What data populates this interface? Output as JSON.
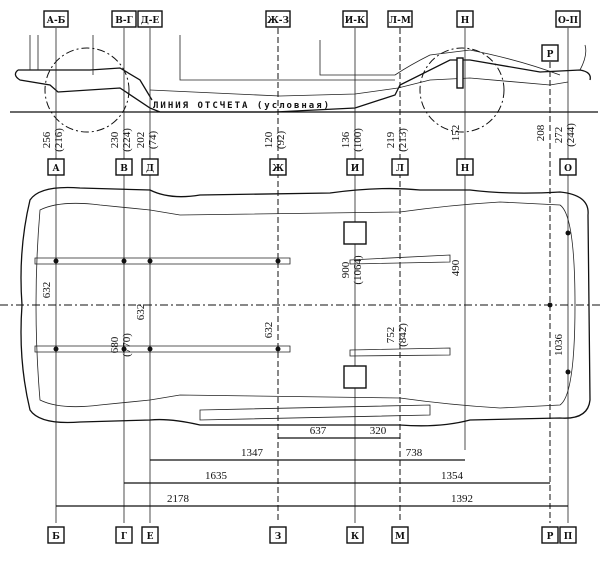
{
  "top_labels": [
    "А-Б",
    "В-Г",
    "Д-Е",
    "Ж-З",
    "И-К",
    "Л-М",
    "Н",
    "О-П",
    "Р"
  ],
  "reference_line": "ЛИНИЯ ОТСЧЕТА (условная)",
  "heights": [
    {
      "value": "256",
      "alt": "(216)"
    },
    {
      "value": "230",
      "alt": "(224)"
    },
    {
      "value": "202",
      "alt": "(74)"
    },
    {
      "value": "120",
      "alt": "(92)"
    },
    {
      "value": "136",
      "alt": "(100)"
    },
    {
      "value": "219",
      "alt": "(213)"
    },
    {
      "value": "152",
      "alt": ""
    },
    {
      "value": "208",
      "alt": ""
    },
    {
      "value": "272",
      "alt": "(244)"
    }
  ],
  "mid_labels": [
    "А",
    "В",
    "Д",
    "Ж",
    "И",
    "Л",
    "Н",
    "О"
  ],
  "widths": {
    "a": "632",
    "b": "680",
    "b_alt": "(770)",
    "d": "632",
    "zh": "632",
    "i": "900",
    "i_alt": "(1064)",
    "l": "752",
    "l_alt": "(842)",
    "n": "490",
    "o": "1036"
  },
  "lengths": {
    "zh_i": "637",
    "i_l": "320",
    "d_n": "1347",
    "l_n": "738",
    "v_r": "1635",
    "r_part": "1354",
    "a_o": "2178",
    "o_part": "1392"
  },
  "bottom_labels": [
    "Б",
    "Г",
    "Е",
    "З",
    "К",
    "М",
    "Р",
    "П"
  ]
}
